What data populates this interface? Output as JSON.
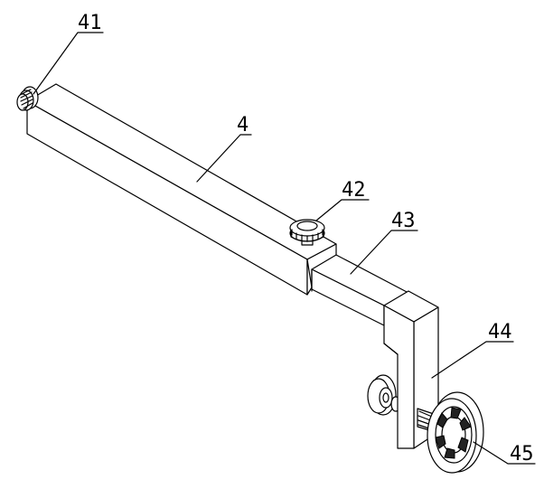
{
  "labels": {
    "l41": "41",
    "l4": "4",
    "l42": "42",
    "l43": "43",
    "l44": "44",
    "l45": "45"
  }
}
